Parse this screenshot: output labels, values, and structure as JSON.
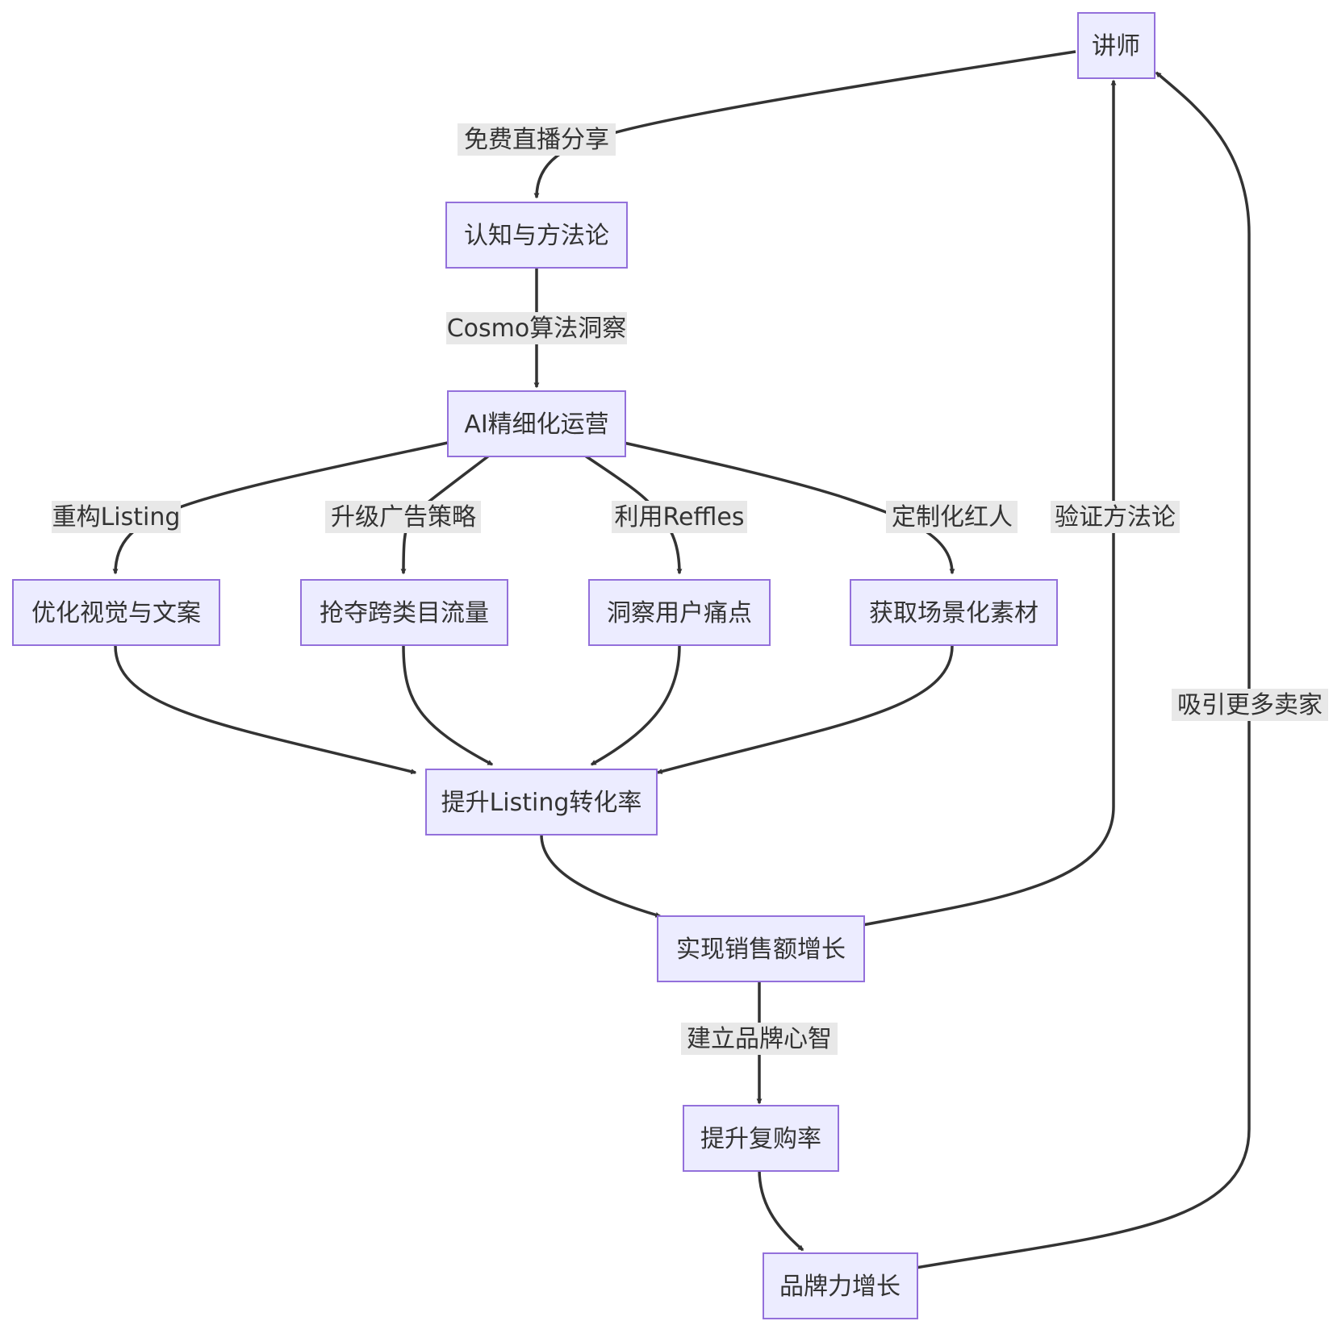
{
  "colors": {
    "node_fill": "#ECECFF",
    "node_stroke": "#9370DB",
    "edge": "#333333",
    "label_bg": "#e8e8e8",
    "text": "#333333"
  },
  "nodes": {
    "lecturer": "讲师",
    "methodology": "认知与方法论",
    "ai_ops": "AI精细化运营",
    "visual": "优化视觉与文案",
    "traffic": "抢夺跨类目流量",
    "pain": "洞察用户痛点",
    "material": "获取场景化素材",
    "conversion": "提升Listing转化率",
    "sales": "实现销售额增长",
    "repurchase": "提升复购率",
    "brand": "品牌力增长"
  },
  "edges": {
    "free_live": "免费直播分享",
    "cosmo": "Cosmo算法洞察",
    "rebuild": "重构Listing",
    "upgrade_ads": "升级广告策略",
    "reffles": "利用Reffles",
    "influencer": "定制化红人",
    "verify": "验证方法论",
    "brand_mind": "建立品牌心智",
    "attract": "吸引更多卖家"
  }
}
